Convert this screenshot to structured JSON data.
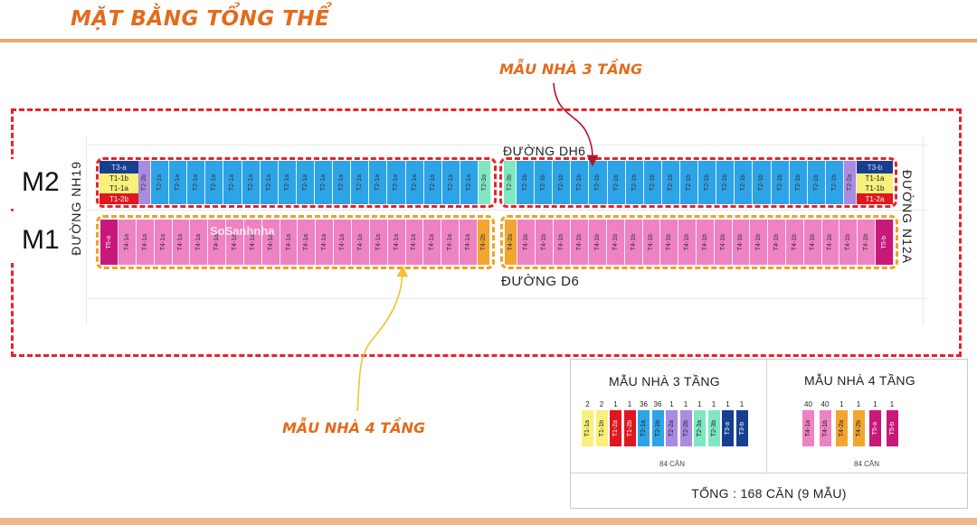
{
  "page": {
    "title": "MẶT BẰNG TỔNG THỂ"
  },
  "callouts": {
    "three_floor": "MẪU NHÀ 3 TẦNG",
    "four_floor": "MẪU NHÀ 4 TẦNG"
  },
  "roads": {
    "dh6": "ĐƯỜNG DH6",
    "d6": "ĐƯỜNG D6",
    "nh19": "ĐƯỜNG NH19",
    "n12a": "ĐƯỜNG N12A"
  },
  "blocks": {
    "m2": "M2",
    "m1": "M1"
  },
  "m2": {
    "left_end": [
      "T3-a",
      "T1-1b",
      "T1-1a",
      "T1-2b"
    ],
    "left_second": "T2-2b",
    "left_row": {
      "label": "T2-1a",
      "count": 18
    },
    "left_final": "T2-3a",
    "right_first": "T2-3b",
    "right_row": {
      "label": "T2-1b",
      "count": 18
    },
    "right_final": "T2-2a",
    "right_end": [
      "T3-b",
      "T1-1a",
      "T1-1b",
      "T1-2a"
    ]
  },
  "m1": {
    "left_end": "T5-a",
    "left_row": {
      "label": "T4-1a",
      "count": 20
    },
    "left_final": "T4-2b",
    "right_first": "T4-2a",
    "right_row": {
      "label": "T4-1b",
      "count": 20
    },
    "right_end": "T5-b"
  },
  "watermark": "SoSanhnha",
  "legend": {
    "three_floor": {
      "header": "MẪU NHÀ 3 TẦNG",
      "items": [
        {
          "count": "2",
          "label": "T1-1a",
          "color": "#f8f07a"
        },
        {
          "count": "2",
          "label": "T1-1b",
          "color": "#f8f07a"
        },
        {
          "count": "1",
          "label": "T1-2a",
          "color": "#e2161e"
        },
        {
          "count": "1",
          "label": "T1-2b",
          "color": "#e2161e"
        },
        {
          "count": "36",
          "label": "T2-1a",
          "color": "#2ea4e8"
        },
        {
          "count": "36",
          "label": "T2-1b",
          "color": "#2ea4e8"
        },
        {
          "count": "1",
          "label": "T2-2a",
          "color": "#a98be2"
        },
        {
          "count": "1",
          "label": "T2-2b",
          "color": "#a98be2"
        },
        {
          "count": "1",
          "label": "T2-3a",
          "color": "#7fe8c0"
        },
        {
          "count": "1",
          "label": "T2-3b",
          "color": "#7fe8c0"
        },
        {
          "count": "1",
          "label": "T3-a",
          "color": "#173f8f"
        },
        {
          "count": "1",
          "label": "T3-b",
          "color": "#173f8f"
        }
      ],
      "subtotal": "84 CĂN"
    },
    "four_floor": {
      "header": "MẪU NHÀ 4 TẦNG",
      "items": [
        {
          "count": "40",
          "label": "T4-1a",
          "color": "#ee82c2"
        },
        {
          "count": "40",
          "label": "T4-1b",
          "color": "#ee82c2"
        },
        {
          "count": "1",
          "label": "T4-2a",
          "color": "#f3a531"
        },
        {
          "count": "1",
          "label": "T4-2b",
          "color": "#f3a531"
        },
        {
          "count": "1",
          "label": "T5-a",
          "color": "#c8187a"
        },
        {
          "count": "1",
          "label": "T5-b",
          "color": "#c8187a"
        }
      ],
      "subtotal": "84 CĂN"
    },
    "total": "TỔNG : 168 CĂN (9 MẪU)"
  }
}
